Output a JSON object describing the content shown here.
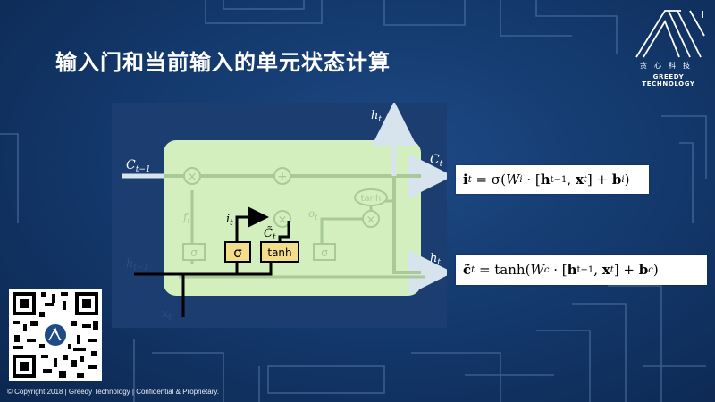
{
  "slide": {
    "title": "输入门和当前输入的单元状态计算",
    "footer": "© Copyright 2018 | Greedy Technology | Confidential & Proprietary."
  },
  "logo": {
    "cn": "贪心科技",
    "en": "GREEDY TECHNOLOGY"
  },
  "diagram": {
    "h_t_top": "h",
    "h_t_top_sub": "t",
    "c_prev": "C",
    "c_prev_sub": "t−1",
    "c_t": "C",
    "c_t_sub": "t",
    "h_prev": "h",
    "h_prev_sub": "t−1",
    "h_t_right": "h",
    "h_t_right_sub": "t",
    "x_t": "x",
    "x_t_sub": "t",
    "f_t": "f",
    "f_t_sub": "t",
    "i_t": "i",
    "i_t_sub": "t",
    "c_tilde": "C̃",
    "c_tilde_sub": "t",
    "o_t": "o",
    "o_t_sub": "t",
    "sigma": "σ",
    "tanh": "tanh",
    "tanh_out": "tanh",
    "times": "×",
    "plus": "+"
  },
  "formulas": {
    "f1": {
      "lhs": "i",
      "lhs_sub": "t",
      "eq": " = σ(",
      "w": "W",
      "w_sub": "i",
      "dot1": " · [",
      "h": "h",
      "h_sub": "t−1",
      "comma": ", ",
      "x": "x",
      "x_sub": "t",
      "close": "] + ",
      "b": "b",
      "b_sub": "i",
      "end": ")"
    },
    "f2": {
      "lhs": "c̃",
      "lhs_sub": "t",
      "eq": " = tanh(",
      "w": "W",
      "w_sub": "c",
      "dot1": " · [",
      "h": "h",
      "h_sub": "t−1",
      "comma": ", ",
      "x": "x",
      "x_sub": "t",
      "close": "] + ",
      "b": "b",
      "b_sub": "c",
      "end": ")"
    }
  },
  "colors": {
    "cell_fill": "#d4efbe",
    "gate_yellow": "#f3dc8a",
    "arrow_faded": "#8fb37e"
  }
}
